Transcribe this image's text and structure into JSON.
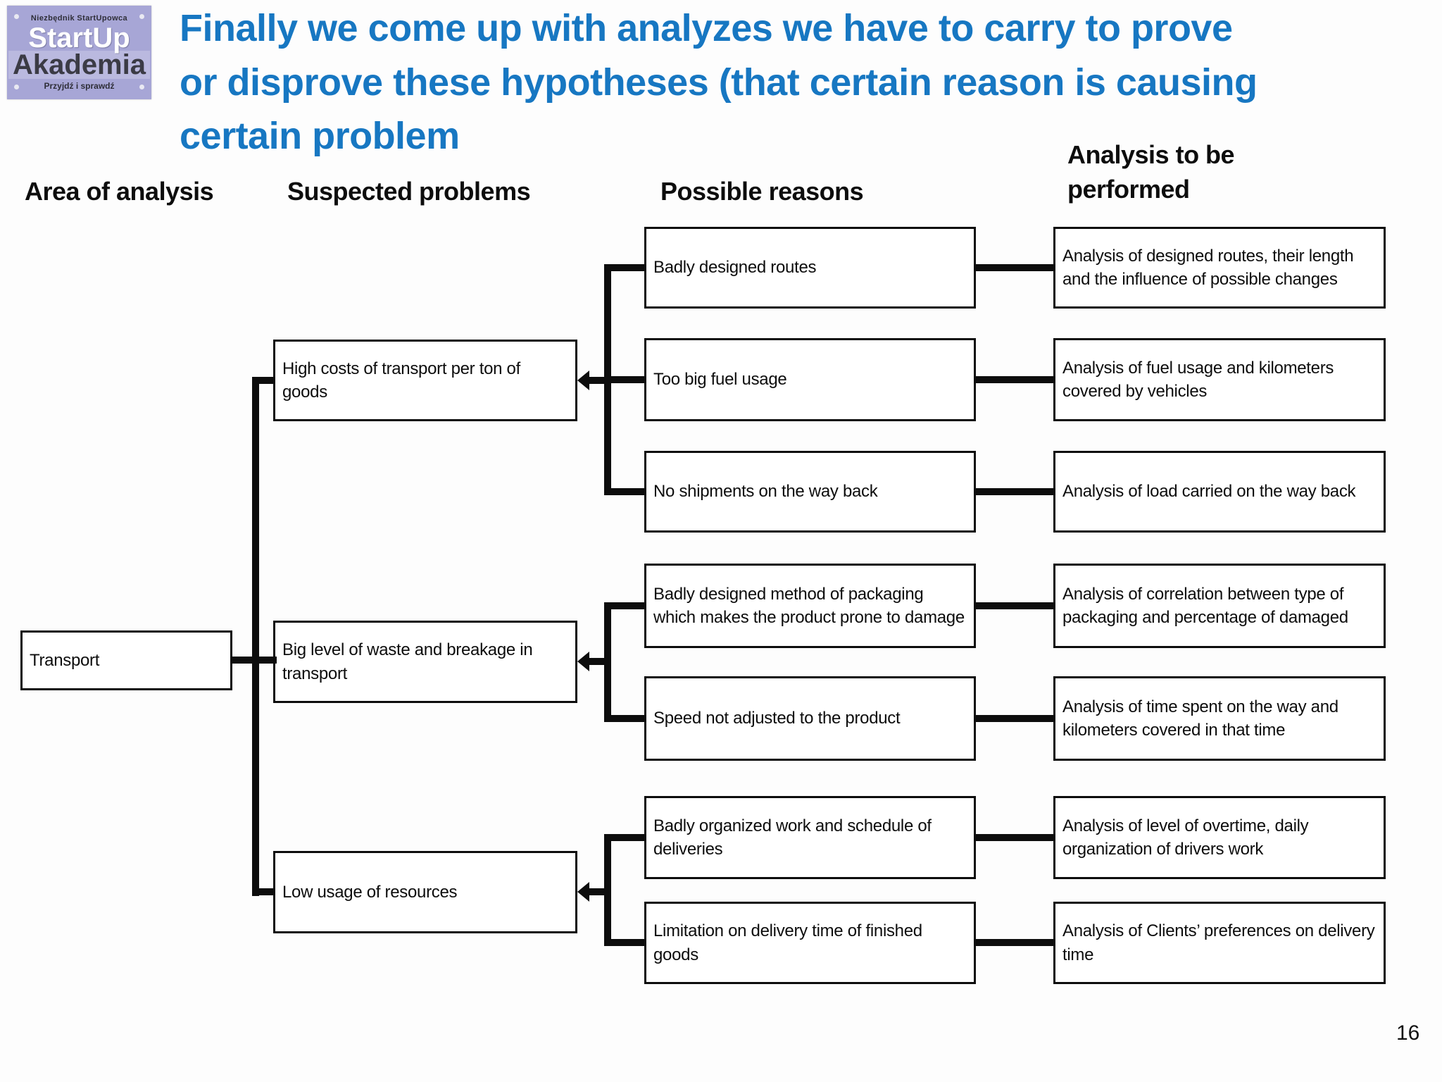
{
  "slide": {
    "title": "Finally we come up with analyzes we have to carry to prove\nor disprove these hypotheses (that certain reason is causing\ncertain problem",
    "page_number": "16",
    "title_color": "#1777c2",
    "box_border_color": "#0d0d0d",
    "background_color": "#fdfdfd"
  },
  "logo": {
    "tagline_top": "Niezbędnik StartUpowca",
    "name_line1": "StartUp",
    "name_line2": "Akademia",
    "tagline_bottom": "Przyjdź i sprawdź",
    "background_color": "#a7a6d6"
  },
  "columns": {
    "area_of_analysis": {
      "header": "Area of analysis",
      "items": [
        "Transport"
      ]
    },
    "suspected_problems": {
      "header": "Suspected problems",
      "items": [
        "High costs of transport per ton of goods",
        "Big level of waste and breakage in transport",
        "Low usage of resources"
      ]
    },
    "possible_reasons": {
      "header": "Possible reasons",
      "items": [
        "Badly designed routes",
        "Too big fuel usage",
        "No shipments on the way back",
        "Badly designed method of packaging which makes the product prone to damage",
        "Speed not adjusted to the product",
        "Badly organized work and schedule of deliveries",
        "Limitation on delivery time of finished goods"
      ]
    },
    "analysis_to_be_performed": {
      "header": "Analysis to be\nperformed",
      "items": [
        "Analysis of designed routes, their length and the influence of possible changes",
        "Analysis of fuel usage and kilometers covered by vehicles",
        "Analysis of load carried on the way back",
        "Analysis of correlation between type of packaging and percentage of damaged",
        "Analysis of time spent on the way and kilometers covered in that time",
        "Analysis of level of overtime, daily organization of drivers work",
        "Analysis of Clients’ preferences on delivery time"
      ]
    }
  }
}
